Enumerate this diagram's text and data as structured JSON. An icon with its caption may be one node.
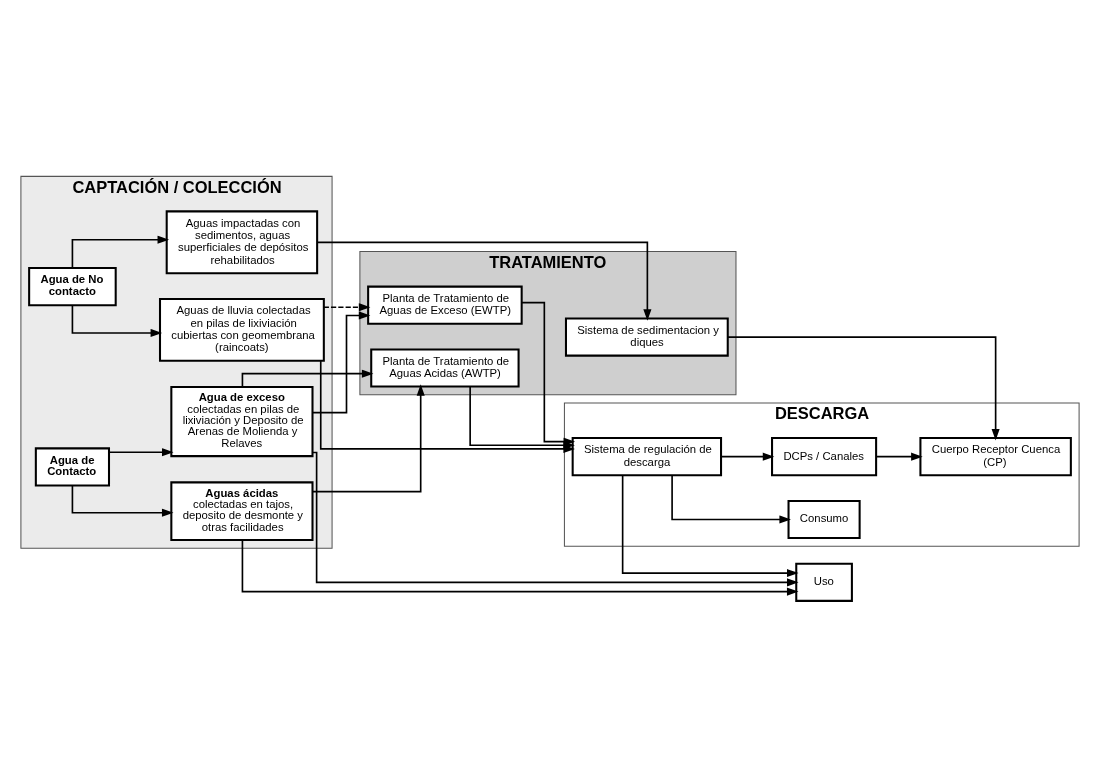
{
  "diagram": {
    "nodes": [
      {
        "text": [
          "CAPTACIÓN / COLECCIÓN"
        ]
      },
      {
        "text": [
          "TRATAMIENTO"
        ]
      },
      {
        "text": [
          "DESCARGA"
        ]
      },
      {
        "text": [
          "Agua de Contacto"
        ],
        "in": 0
      },
      {
        "text": [
          "**Agua de exceso** colectadas en pilas de lixiviación y Deposito de Arenas de Molienda y Relaves"
        ],
        "in": 0
      },
      {
        "text": [
          "**Aguas ácidas** colectadas en tajos, deposito de desmonte y otras facilidades"
        ],
        "in": 0
      },
      {
        "text": [
          "Uso"
        ]
      },
      {
        "text": [
          "Aguas de lluvia colectadas en pilas de lixiviación cubiertas con geomembrana (raincoats)"
        ],
        "in": 0
      },
      {
        "text": [
          "Agua de No contacto"
        ],
        "in": 0
      },
      {
        "text": [
          "Aguas impactadas con sedimentos, aguas superficiales de depósitos rehabilitados"
        ],
        "in": 0
      },
      {
        "text": [
          "Planta de Tratamiento de Aguas de Exceso (EWTP)"
        ],
        "in": 1
      },
      {
        "text": [
          "Planta de Tratamiento de Aguas Acidas (AWTP)"
        ],
        "in": 1
      },
      {
        "text": [
          "Sistema de sedimentacion y diques"
        ],
        "in": 1
      },
      {
        "text": [
          "Sistema de regulación de descarga"
        ],
        "in": 2
      },
      {
        "text": [
          "Consumo"
        ],
        "in": 2
      },
      {
        "text": [
          "DCPs / Canales"
        ],
        "in": 2
      },
      {
        "text": [
          "Cuerpo Receptor Cuenca (CP)"
        ],
        "in": 2
      }
    ],
    "edges": [
      {
        "from": 3,
        "to": 4,
        "arrow": "to"
      },
      {
        "from": 3,
        "to": 5,
        "arrow": "to"
      },
      {
        "from": 4,
        "to": 10,
        "arrow": "to"
      },
      {
        "from": 4,
        "to": 11,
        "arrow": "to"
      },
      {
        "from": 4,
        "to": 6,
        "arrow": "to"
      },
      {
        "from": 5,
        "to": 11,
        "arrow": "to"
      },
      {
        "from": 5,
        "to": 6,
        "arrow": "to"
      },
      {
        "from": 10,
        "to": 13,
        "arrow": "to"
      },
      {
        "from": 11,
        "to": 13,
        "arrow": "to"
      },
      {
        "from": 7,
        "to": 13,
        "arrow": "to"
      },
      {
        "from": 7,
        "to": 10,
        "arrow": "to",
        "style": "dashed"
      },
      {
        "from": 13,
        "to": 6,
        "arrow": "to"
      },
      {
        "from": 13,
        "to": 14,
        "arrow": "to"
      },
      {
        "from": 13,
        "to": 15,
        "arrow": "to"
      },
      {
        "from": 15,
        "to": 16,
        "arrow": "to"
      },
      {
        "from": 8,
        "to": 7,
        "arrow": "to"
      },
      {
        "from": 8,
        "to": 9,
        "arrow": "to"
      },
      {
        "from": 9,
        "to": 12,
        "arrow": "to"
      },
      {
        "from": 12,
        "to": 16,
        "arrow": "to"
      }
    ]
  }
}
